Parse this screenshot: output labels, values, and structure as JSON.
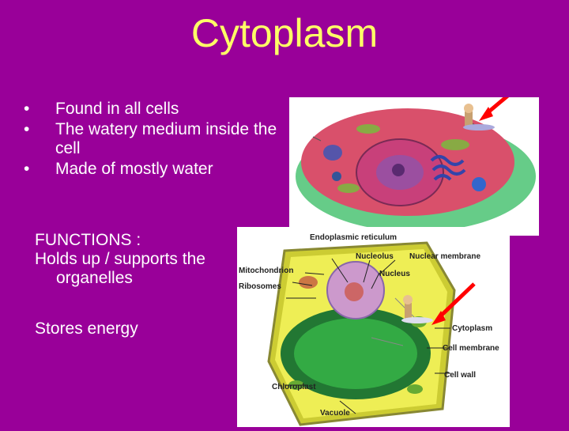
{
  "slide": {
    "title": "Cytoplasm",
    "bullets": [
      {
        "marker": "•",
        "text": "Found in all cells"
      },
      {
        "marker": "•",
        "text": "The watery medium inside the cell"
      },
      {
        "marker": "•",
        "text": "Made of mostly water"
      }
    ],
    "functions_heading": "FUNCTIONS :",
    "functions_line1": "Holds up / supports the",
    "functions_line2": "organelles",
    "stores": "Stores energy"
  },
  "plant_cell_labels": {
    "er": "Endoplasmic reticulum",
    "nucleolus": "Nucleolus",
    "nuclear_membrane": "Nuclear membrane",
    "mitochondrion": "Mitochondrion",
    "nucleus": "Nucleus",
    "ribosomes": "Ribosomes",
    "cytoplasm": "Cytoplasm",
    "cell_membrane": "Cell membrane",
    "cell_wall": "Cell wall",
    "chloroplast": "Chloroplast",
    "vacuole": "Vacuole"
  },
  "colors": {
    "background": "#990099",
    "title": "#ffff66",
    "arrow": "#ff0000"
  }
}
